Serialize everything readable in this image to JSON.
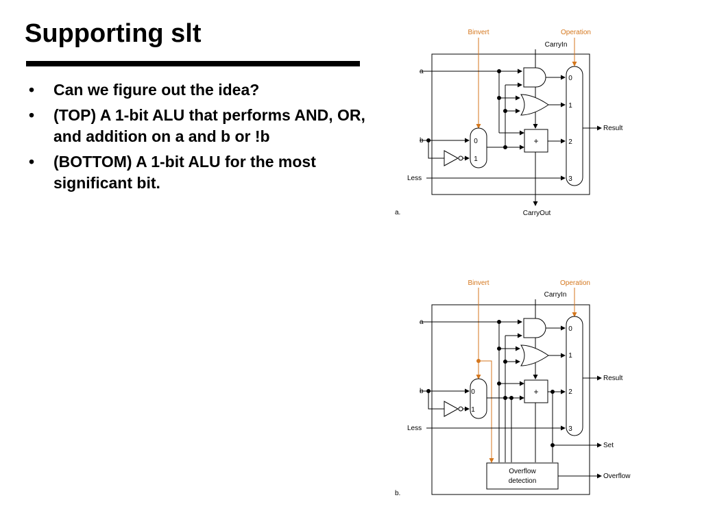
{
  "slide": {
    "title": "Supporting slt",
    "bullets": [
      "Can we figure out the idea?",
      "(TOP) A 1-bit ALU that performs AND, OR, and addition on a and b or !b",
      "(BOTTOM) A 1-bit ALU for the most significant bit."
    ],
    "bullet_glyph": "•"
  },
  "diagram_top": {
    "binvert": "Binvert",
    "operation": "Operation",
    "carryin": "CarryIn",
    "a": "a",
    "b": "b",
    "less": "Less",
    "mux_b_inputs": [
      "0",
      "1"
    ],
    "mux_res_inputs": [
      "0",
      "1",
      "2",
      "3"
    ],
    "adder": "+",
    "result": "Result",
    "carryout": "CarryOut",
    "caption": "a."
  },
  "diagram_bottom": {
    "binvert": "Binvert",
    "operation": "Operation",
    "carryin": "CarryIn",
    "a": "a",
    "b": "b",
    "less": "Less",
    "mux_b_inputs": [
      "0",
      "1"
    ],
    "mux_res_inputs": [
      "0",
      "1",
      "2",
      "3"
    ],
    "adder": "+",
    "result": "Result",
    "set": "Set",
    "overflow": "Overflow",
    "overflow_box": [
      "Overflow",
      "detection"
    ],
    "caption": "b."
  },
  "colors": {
    "control_line": "#d4761c",
    "wire": "#000000"
  }
}
